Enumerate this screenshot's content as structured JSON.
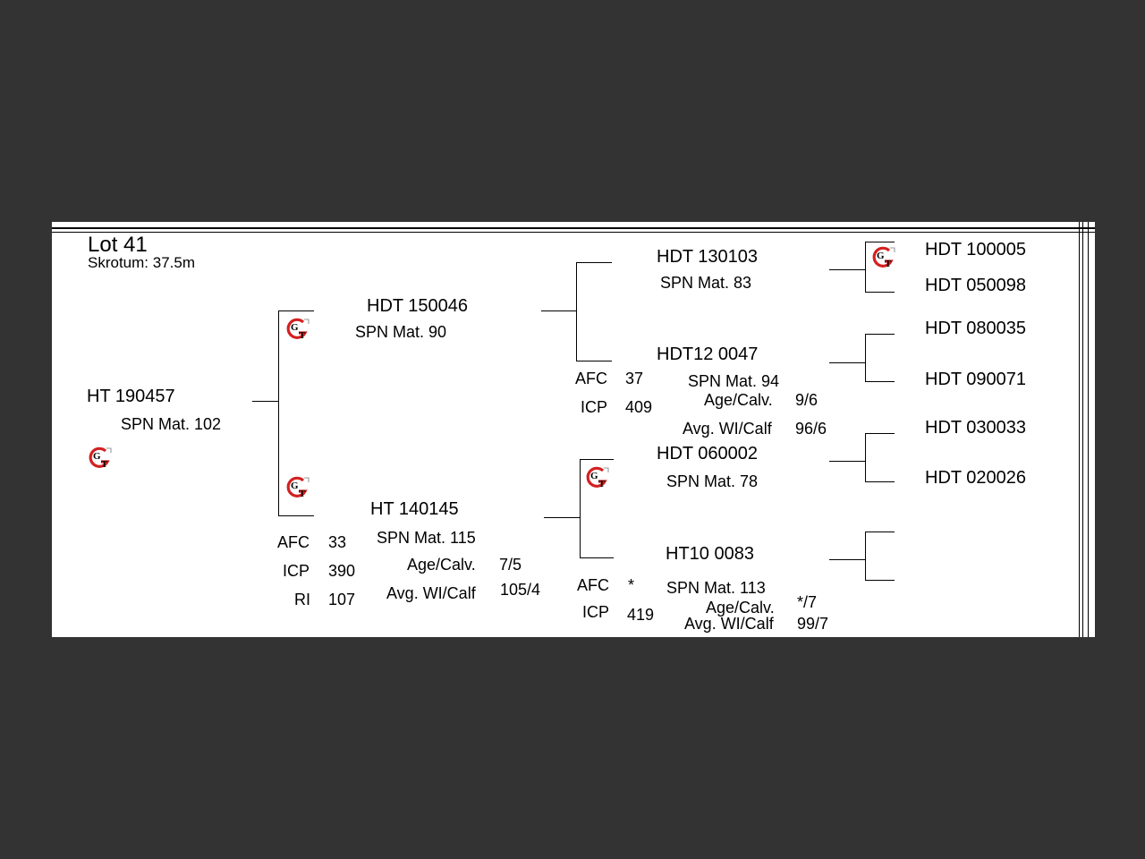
{
  "lot": {
    "title": "Lot 41",
    "skrotum": "Skrotum: 37.5m"
  },
  "subject": {
    "id": "HT  190457",
    "spn": "SPN Mat. 102"
  },
  "sire": {
    "id": "HDT 150046",
    "spn": "SPN Mat. 90"
  },
  "dam": {
    "id": "HT  140145",
    "spn": "SPN Mat. 115",
    "afc_label": "AFC",
    "afc": "33",
    "icp_label": "ICP",
    "icp": "390",
    "ri_label": "RI",
    "ri": "107",
    "age_label": "Age/Calv.",
    "age": "7/5",
    "wi_label": "Avg. WI/Calf",
    "wi": "105/4"
  },
  "ss": {
    "id": "HDT 130103",
    "spn": "SPN Mat. 83"
  },
  "sd": {
    "id": "HDT12 0047",
    "spn": "SPN Mat. 94",
    "afc_label": "AFC",
    "afc": "37",
    "icp_label": "ICP",
    "icp": "409",
    "age_label": "Age/Calv.",
    "age": "9/6",
    "wi_label": "Avg. WI/Calf",
    "wi": "96/6"
  },
  "ds": {
    "id": "HDT 060002",
    "spn": "SPN Mat. 78"
  },
  "dd": {
    "id": "HT10 0083",
    "spn": "SPN Mat. 113",
    "afc_label": "AFC",
    "afc": "*",
    "icp_label": "ICP",
    "icp": "419",
    "age_label": "Age/Calv.",
    "age": "*/7",
    "wi_label": "Avg. WI/Calf",
    "wi": "99/7"
  },
  "gen4": [
    "HDT 100005",
    "HDT 050098",
    "HDT 080035",
    "HDT 090071",
    "HDT 030033",
    "HDT 020026"
  ],
  "logo": {
    "icon": "gt-logo-icon",
    "letters": "GT",
    "accent": "#d42020"
  }
}
